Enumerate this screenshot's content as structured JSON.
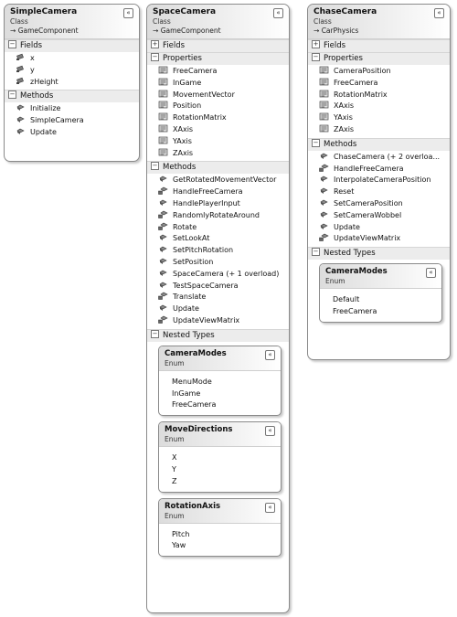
{
  "classes": [
    {
      "name": "SimpleCamera",
      "kind": "Class",
      "base": "GameComponent",
      "sections": [
        {
          "title": "Fields",
          "items": [
            {
              "label": "x",
              "icon": "field-icon"
            },
            {
              "label": "y",
              "icon": "field-icon"
            },
            {
              "label": "zHeight",
              "icon": "field-icon"
            }
          ]
        },
        {
          "title": "Methods",
          "items": [
            {
              "label": "Initialize",
              "icon": "method-icon"
            },
            {
              "label": "SimpleCamera",
              "icon": "method-icon"
            },
            {
              "label": "Update",
              "icon": "method-icon"
            }
          ]
        }
      ],
      "nested_title": "",
      "nested": []
    },
    {
      "name": "SpaceCamera",
      "kind": "Class",
      "base": "GameComponent",
      "sections": [
        {
          "title": "Fields",
          "collapsed": true,
          "items": []
        },
        {
          "title": "Properties",
          "items": [
            {
              "label": "FreeCamera",
              "icon": "property-icon"
            },
            {
              "label": "InGame",
              "icon": "property-icon"
            },
            {
              "label": "MovementVector",
              "icon": "property-icon"
            },
            {
              "label": "Position",
              "icon": "property-icon"
            },
            {
              "label": "RotationMatrix",
              "icon": "property-icon"
            },
            {
              "label": "XAxis",
              "icon": "property-icon"
            },
            {
              "label": "YAxis",
              "icon": "property-icon"
            },
            {
              "label": "ZAxis",
              "icon": "property-icon"
            }
          ]
        },
        {
          "title": "Methods",
          "items": [
            {
              "label": "GetRotatedMovementVector",
              "icon": "method-icon"
            },
            {
              "label": "HandleFreeCamera",
              "icon": "protected-method-icon"
            },
            {
              "label": "HandlePlayerInput",
              "icon": "method-icon"
            },
            {
              "label": "RandomlyRotateAround",
              "icon": "protected-method-icon"
            },
            {
              "label": "Rotate",
              "icon": "protected-method-icon"
            },
            {
              "label": "SetLookAt",
              "icon": "method-icon"
            },
            {
              "label": "SetPitchRotation",
              "icon": "method-icon"
            },
            {
              "label": "SetPosition",
              "icon": "method-icon"
            },
            {
              "label": "SpaceCamera (+ 1 overload)",
              "icon": "method-icon"
            },
            {
              "label": "TestSpaceCamera",
              "icon": "method-icon"
            },
            {
              "label": "Translate",
              "icon": "protected-method-icon"
            },
            {
              "label": "Update",
              "icon": "method-icon"
            },
            {
              "label": "UpdateViewMatrix",
              "icon": "protected-method-icon"
            }
          ]
        }
      ],
      "nested_title": "Nested Types",
      "nested": [
        {
          "name": "CameraModes",
          "kind": "Enum",
          "values": [
            "MenuMode",
            "InGame",
            "FreeCamera"
          ]
        },
        {
          "name": "MoveDirections",
          "kind": "Enum",
          "values": [
            "X",
            "Y",
            "Z"
          ]
        },
        {
          "name": "RotationAxis",
          "kind": "Enum",
          "values": [
            "Pitch",
            "Yaw"
          ]
        }
      ]
    },
    {
      "name": "ChaseCamera",
      "kind": "Class",
      "base": "CarPhysics",
      "sections": [
        {
          "title": "Fields",
          "collapsed": true,
          "items": []
        },
        {
          "title": "Properties",
          "items": [
            {
              "label": "CameraPosition",
              "icon": "property-icon"
            },
            {
              "label": "FreeCamera",
              "icon": "property-icon"
            },
            {
              "label": "RotationMatrix",
              "icon": "property-icon"
            },
            {
              "label": "XAxis",
              "icon": "property-icon"
            },
            {
              "label": "YAxis",
              "icon": "property-icon"
            },
            {
              "label": "ZAxis",
              "icon": "property-icon"
            }
          ]
        },
        {
          "title": "Methods",
          "items": [
            {
              "label": "ChaseCamera (+ 2 overloa...",
              "icon": "method-icon"
            },
            {
              "label": "HandleFreeCamera",
              "icon": "protected-method-icon"
            },
            {
              "label": "InterpolateCameraPosition",
              "icon": "method-icon"
            },
            {
              "label": "Reset",
              "icon": "method-icon"
            },
            {
              "label": "SetCameraPosition",
              "icon": "method-icon"
            },
            {
              "label": "SetCameraWobbel",
              "icon": "method-icon"
            },
            {
              "label": "Update",
              "icon": "method-icon"
            },
            {
              "label": "UpdateViewMatrix",
              "icon": "protected-method-icon"
            }
          ]
        }
      ],
      "nested_title": "Nested Types",
      "nested": [
        {
          "name": "CameraModes",
          "kind": "Enum",
          "values": [
            "Default",
            "FreeCamera"
          ]
        }
      ]
    }
  ],
  "glyphs": {
    "collapse": "«",
    "expand": "+",
    "minus": "−",
    "base_arrow": "→"
  }
}
